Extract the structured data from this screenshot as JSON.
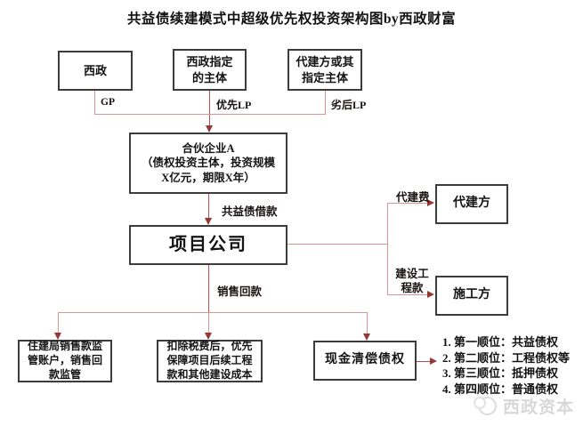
{
  "title": "共益债续建模式中超级优先权投资架构图by西政财富",
  "nodes": {
    "xizheng": "西政",
    "designated_entity": "西政指定\n的主体",
    "agent_or_designee": "代建方或其\n指定主体",
    "partnership": "合伙企业A\n（债权投资主体，投资规模\nX亿元，期限X年）",
    "project_company": "项目公司",
    "agent": "代建方",
    "contractor": "施工方",
    "regulator_account": "住建局销售款监\n管账户，销售回\n款监管",
    "priority_guarantee": "扣除税费后，优先\n保障项目后续工程\n款和其他建设成本",
    "cash_repayment": "现金清偿债权"
  },
  "edge_labels": {
    "gp": "GP",
    "senior_lp": "优先LP",
    "junior_lp": "劣后LP",
    "common_benefit_loan": "共益债借款",
    "agent_fee": "代建费",
    "construction_payment": "建设工\n程款",
    "sales_proceeds": "销售回款"
  },
  "priority_list": [
    "1. 第一顺位：共益债权",
    "2. 第二顺位：工程债权等",
    "3. 第三顺位：抵押债权",
    "4. 第四顺位：普通债权"
  ],
  "watermark": "西政资本",
  "colors": {
    "connector": "#d99694",
    "arrow_head": "#953735",
    "box_border": "#3c3c3c",
    "watermark": "#d8d8d8"
  }
}
